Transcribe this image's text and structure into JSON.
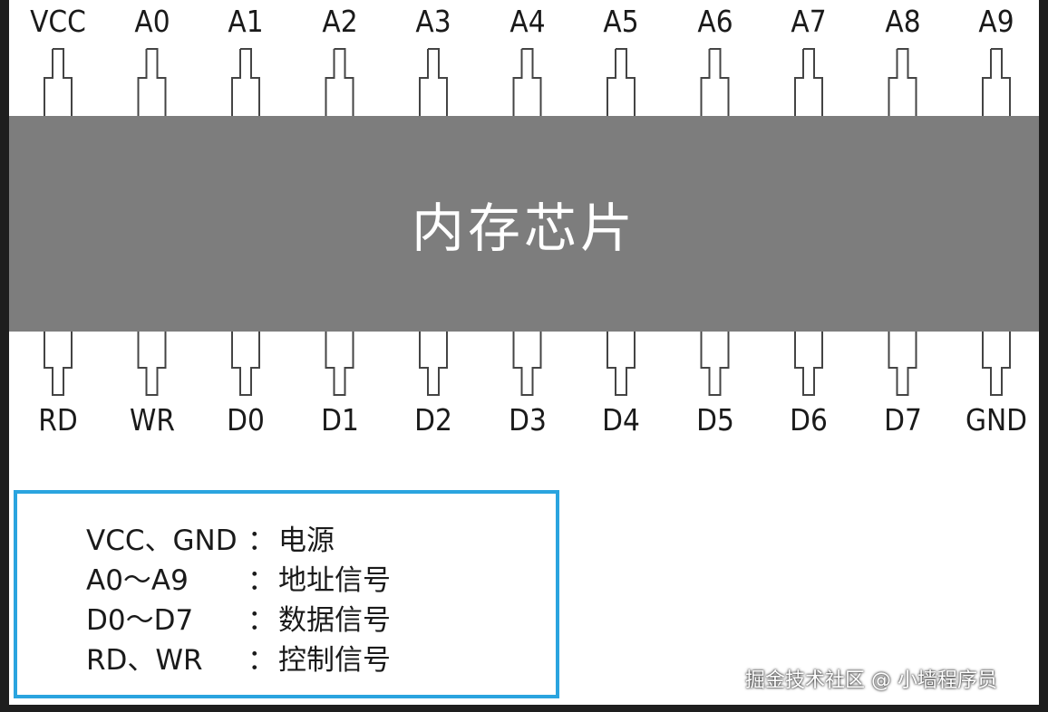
{
  "chip": {
    "label": "内存芯片"
  },
  "top_pins": [
    "VCC",
    "A0",
    "A1",
    "A2",
    "A3",
    "A4",
    "A5",
    "A6",
    "A7",
    "A8",
    "A9"
  ],
  "bottom_pins": [
    "RD",
    "WR",
    "D0",
    "D1",
    "D2",
    "D3",
    "D4",
    "D5",
    "D6",
    "D7",
    "GND"
  ],
  "legend": {
    "rows": [
      {
        "key": "VCC、GND",
        "sep": "：",
        "desc": "电源"
      },
      {
        "key": "A0～A9",
        "sep": "：",
        "desc": "地址信号"
      },
      {
        "key": "D0～D7",
        "sep": "：",
        "desc": "数据信号"
      },
      {
        "key": "RD、WR",
        "sep": "：",
        "desc": "控制信号"
      }
    ]
  },
  "watermark": "掘金技术社区 @ 小墙程序员",
  "colors": {
    "chip": "#7d7d7d",
    "legend_border": "#2aa4df",
    "background": "#ffffff",
    "outer": "#1e1e1e"
  }
}
